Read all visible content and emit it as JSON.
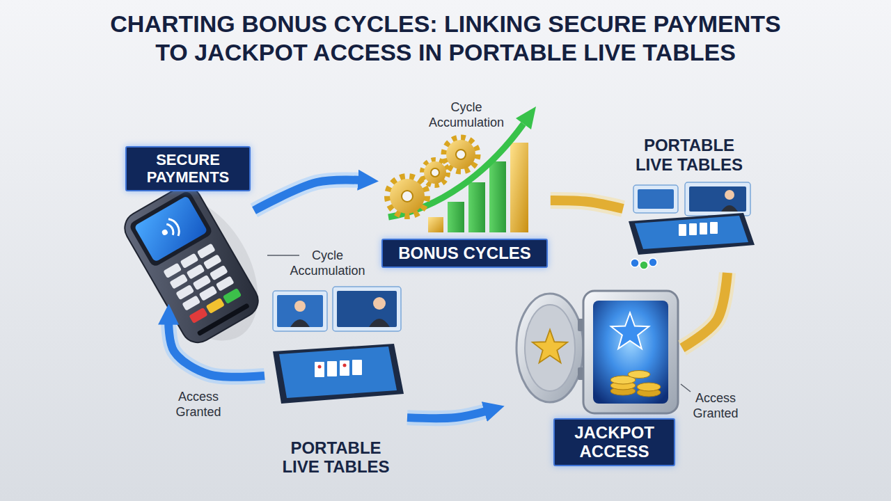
{
  "diagram": {
    "title": "CHARTING BONUS CYCLES: LINKING SECURE PAYMENTS TO JACKPOT ACCESS IN PORTABLE LIVE TABLES",
    "nodes": [
      {
        "text": [
          "SECURE PAYMENTS"
        ]
      },
      {
        "text": [
          "BONUS CYCLES"
        ]
      },
      {
        "text": [
          "PORTABLE LIVE TABLES"
        ]
      },
      {
        "text": [
          "JACKPOT ACCESS"
        ]
      },
      {
        "text": [
          "PORTABLE LIVE TABLES"
        ]
      }
    ],
    "edges": [
      {
        "from": 0,
        "to": 1,
        "arrow": "to"
      },
      {
        "from": 1,
        "to": 2,
        "arrow": "none"
      },
      {
        "from": 2,
        "to": 3,
        "arrow": "none"
      },
      {
        "from": 4,
        "to": 0,
        "arrow": "to"
      },
      {
        "from": 4,
        "to": 3,
        "arrow": "to"
      }
    ],
    "labels": [
      "Cycle Accumulation",
      "Cycle Accumulation",
      "Access Granted",
      "Access Granted"
    ]
  }
}
